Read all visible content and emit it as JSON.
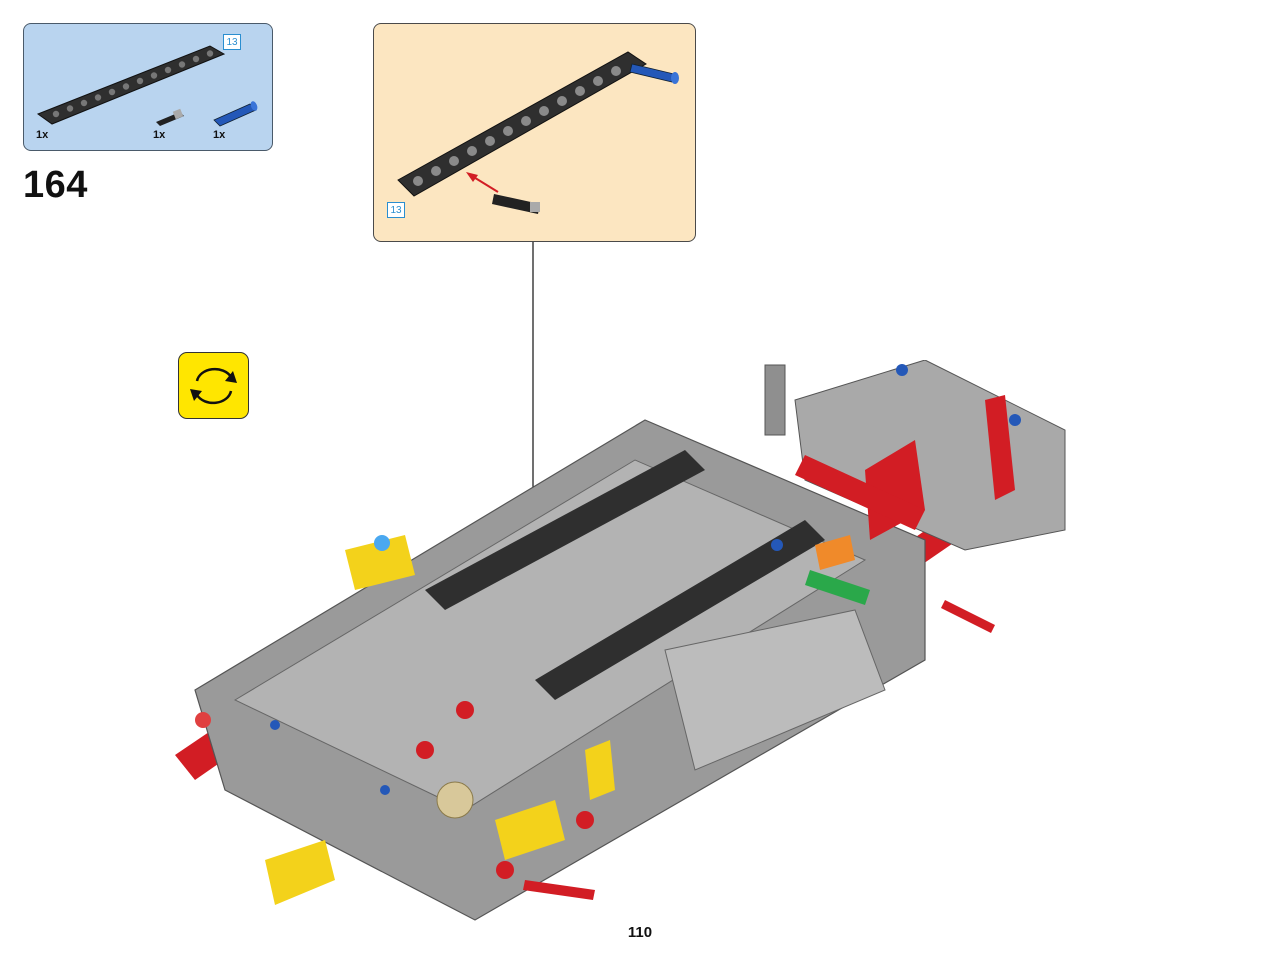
{
  "step": {
    "number": "164",
    "page_number": "110"
  },
  "parts_list": {
    "items": [
      {
        "qty": "1x",
        "part": "beam-icon",
        "length_badge": "13"
      },
      {
        "qty": "1x",
        "part": "axle-pin-icon"
      },
      {
        "qty": "1x",
        "part": "blue-pin-icon"
      }
    ]
  },
  "subassembly": {
    "length_badge": "13"
  },
  "icons": {
    "rotate": "rotate-icon"
  },
  "colors": {
    "parts_bg": "#b9d4ef",
    "sub_bg": "#fce6c1",
    "rotate_bg": "#ffe600",
    "badge": "#2a8ed0",
    "beam": "#2f2f2f",
    "red": "#d21d24",
    "grey": "#9a9a9a",
    "blue": "#2458b8",
    "yellow": "#f3d21b"
  }
}
